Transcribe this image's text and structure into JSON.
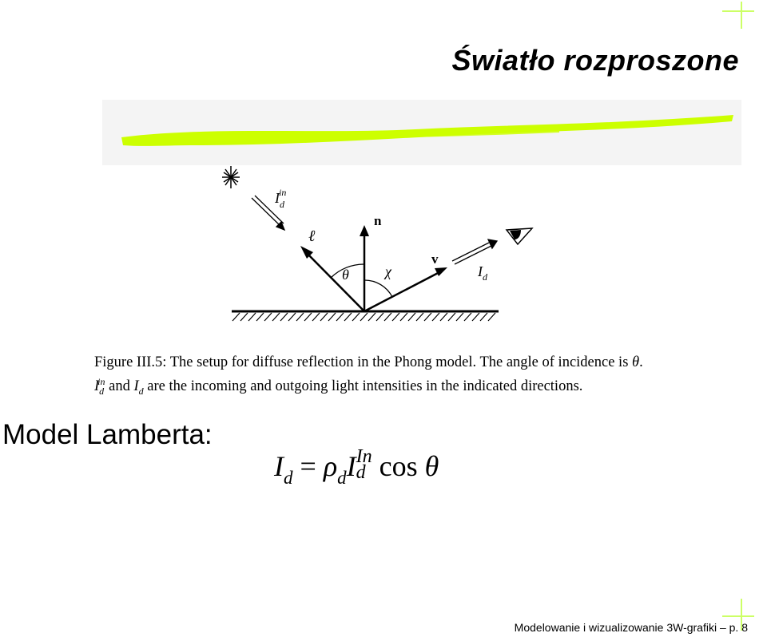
{
  "slide": {
    "title": "Światło rozproszone",
    "footer": "Modelowanie i wizualizowanie 3W-grafiki – p. 8"
  },
  "figure": {
    "labels": {
      "incoming_base": "I",
      "incoming_sub": "d",
      "incoming_sup": "in",
      "light_vector": "ℓ",
      "normal": "n",
      "view_vector": "v",
      "theta": "θ",
      "chi": "χ",
      "outgoing_base": "I",
      "outgoing_sub": "d"
    },
    "caption": {
      "part1": "Figure III.5: The setup for diffuse reflection in the Phong model. The angle of incidence is ",
      "theta": "θ",
      "part2": ". ",
      "i_base": "I",
      "i_sub": "d",
      "i_sup": "in",
      "part3": " and ",
      "id_base": "I",
      "id_sub": "d",
      "part4": " are the incoming and outgoing light intensities in the indicated directions."
    },
    "colors": {
      "highlight": "#ccff00",
      "corner_marks": "#ccff66"
    }
  },
  "lambert": {
    "label": "Model Lamberta:",
    "formula": {
      "lhs_base": "I",
      "lhs_sub": "d",
      "equals": " = ",
      "rho": "ρ",
      "rho_sub": "d",
      "i_base": "I",
      "i_sup": "In",
      "i_sub": "d",
      "func": "cos",
      "arg": "θ"
    }
  }
}
